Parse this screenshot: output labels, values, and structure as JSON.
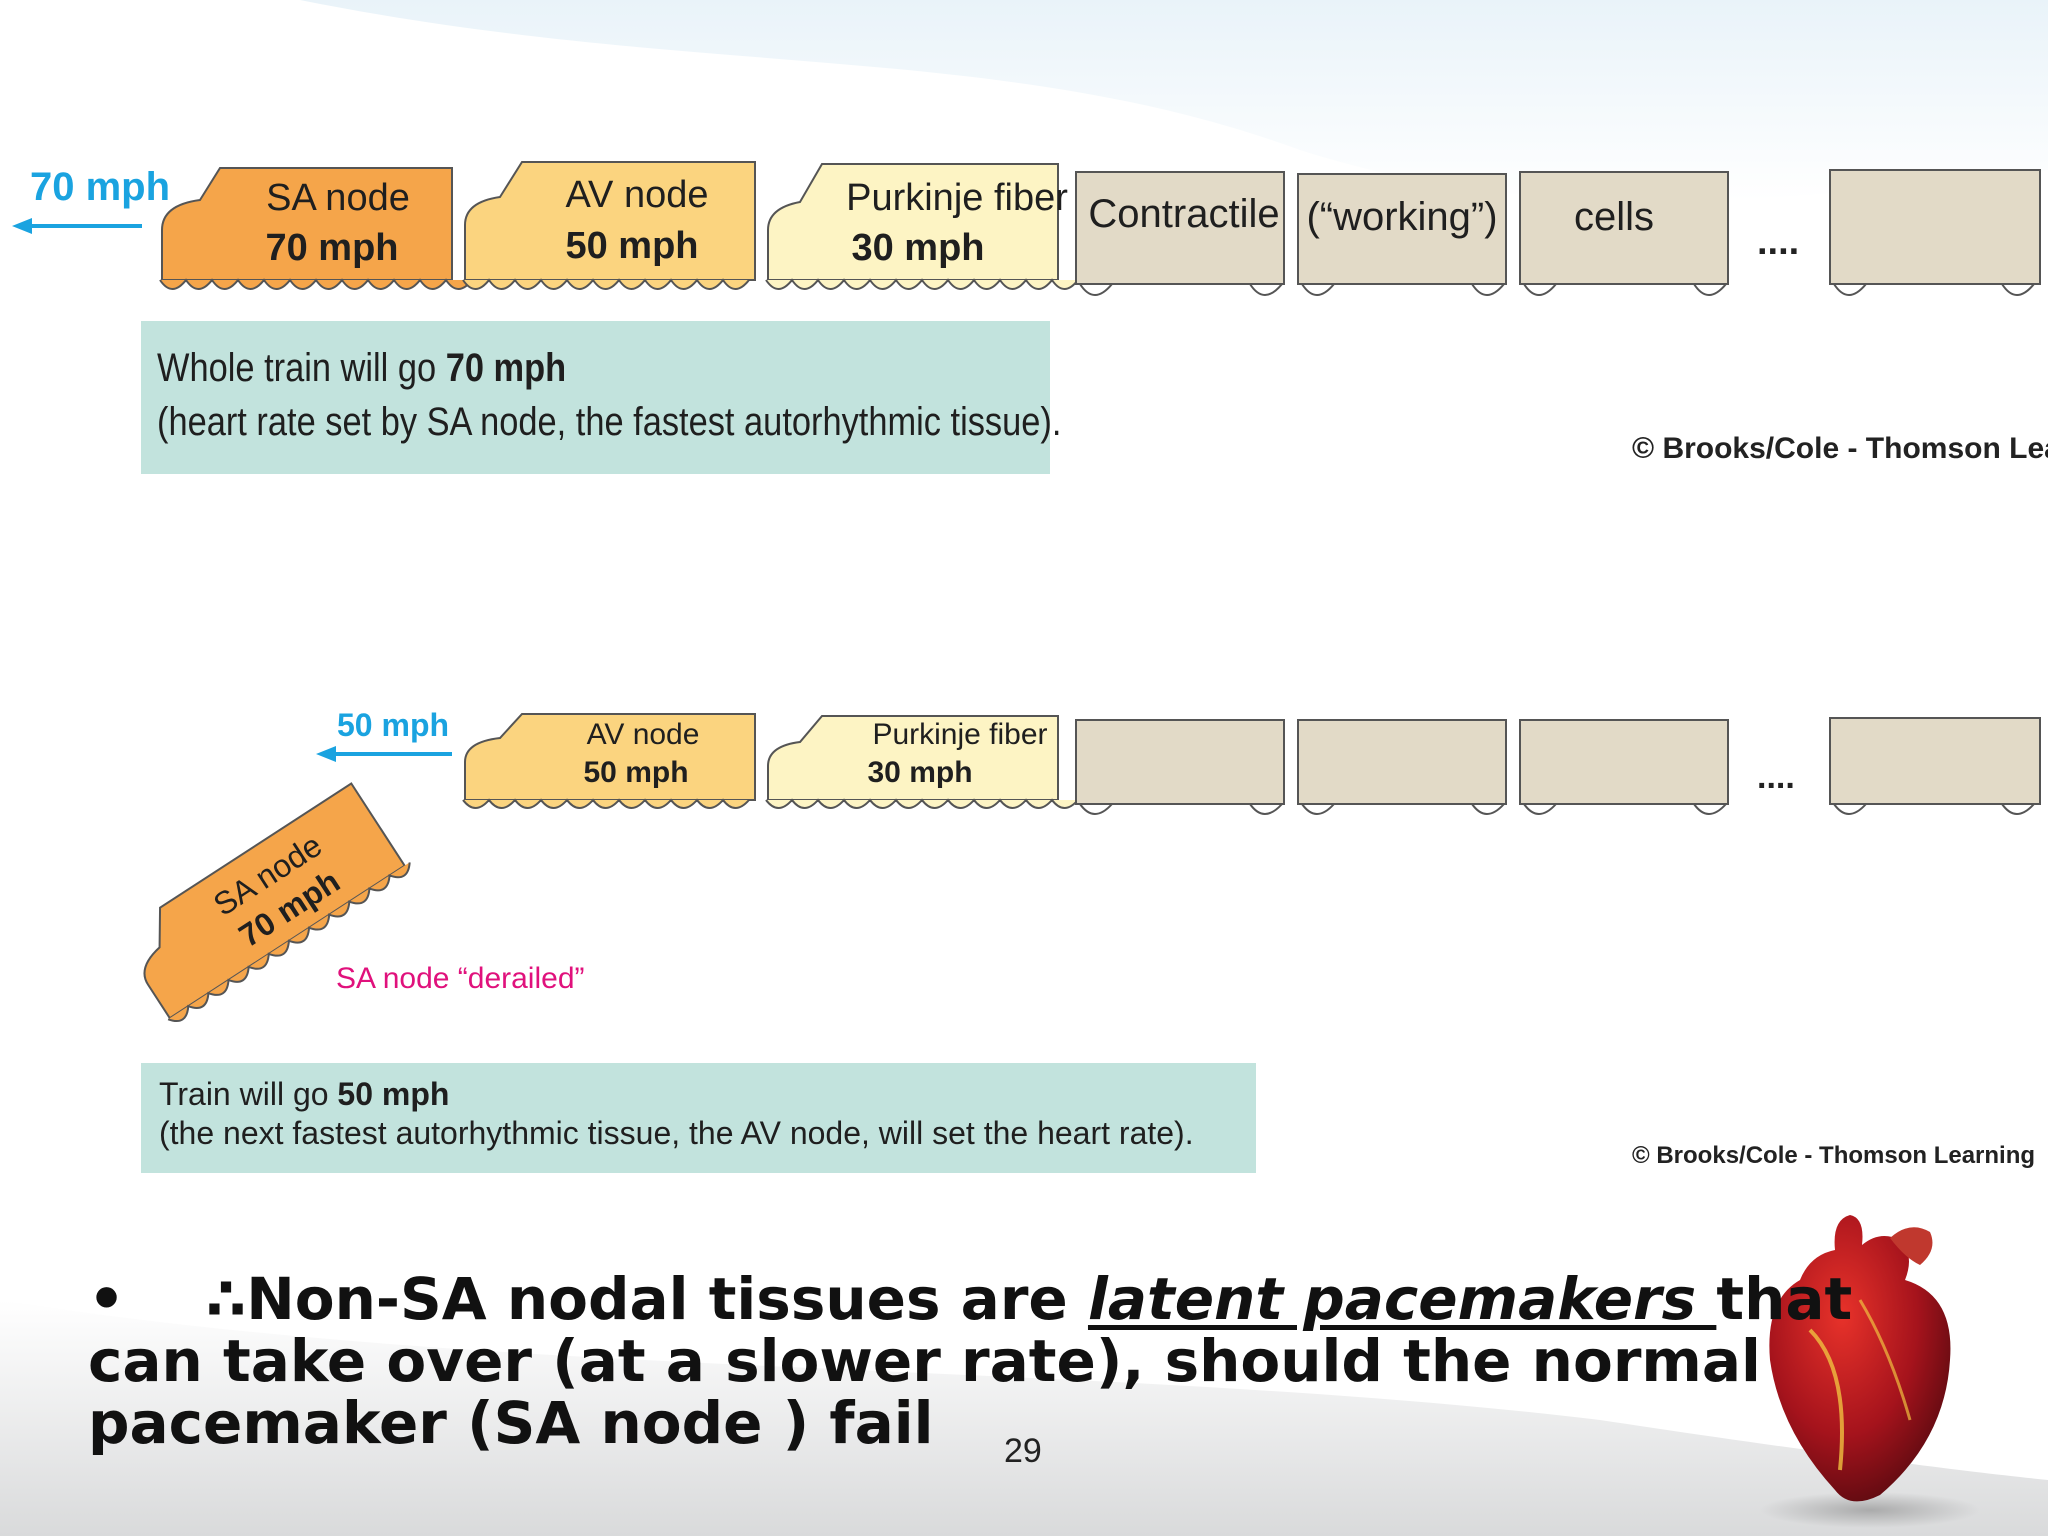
{
  "top": {
    "speed_label": "70 mph",
    "cars": [
      {
        "name": "SA node",
        "speed": "70 mph"
      },
      {
        "name": "AV node",
        "speed": "50 mph"
      },
      {
        "name": "Purkinje fiber",
        "speed": "30 mph"
      },
      {
        "name": "Contractile"
      },
      {
        "name": "(“working”)"
      },
      {
        "name": "cells"
      }
    ],
    "ellipsis": "....",
    "caption": {
      "prefix": "Whole train will go ",
      "bold": "70 mph",
      "line2": "(heart rate set by SA node, the fastest autorhythmic tissue)."
    },
    "copyright": "© Brooks/Cole - Thomson Learning"
  },
  "bottom": {
    "speed_label": "50 mph",
    "cars": [
      {
        "name": "AV node",
        "speed": "50 mph"
      },
      {
        "name": "Purkinje fiber",
        "speed": "30 mph"
      }
    ],
    "derailed": {
      "name": "SA node",
      "speed": "70 mph",
      "label": "SA node “derailed”"
    },
    "ellipsis": "....",
    "caption": {
      "prefix": "Train will go ",
      "bold": "50 mph",
      "line2": "(the next fastest autorhythmic tissue, the AV node, will set the heart rate)."
    },
    "copyright": "© Brooks/Cole - Thomson Learning"
  },
  "bullet": {
    "marker": "•",
    "therefore": "∴",
    "part1": "Non-SA nodal tissues are ",
    "emphasis": "latent pacemakers ",
    "part2": "that can take over (at a slower rate), should the normal pacemaker (SA node ) fail"
  },
  "page_number": "29",
  "colors": {
    "sa_car": "#f5a54a",
    "av_car": "#fbd47f",
    "purkinje_car": "#fdf4c4",
    "plain_car": "#e2dac7",
    "arrow_blue": "#1aa3e0",
    "derailed_pink": "#e0117c",
    "caption_bg": "#c2e3dd"
  }
}
